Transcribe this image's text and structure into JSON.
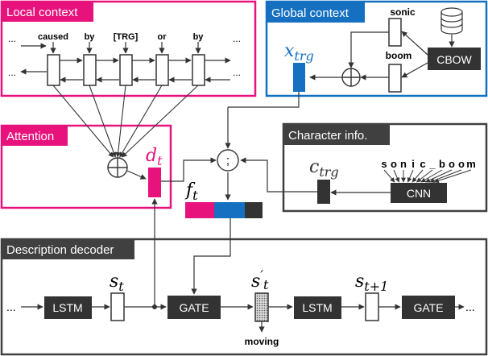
{
  "panels": {
    "local_context": "Local context",
    "global_context": "Global context",
    "attention": "Attention",
    "character_info": "Character info.",
    "description_decoder": "Description decoder"
  },
  "local_context": {
    "ellipsis": "...",
    "words": [
      "caused",
      "by",
      "[TRG]",
      "or",
      "by"
    ]
  },
  "global_context": {
    "words": [
      "sonic",
      "boom"
    ],
    "cbow": "CBOW",
    "x_trg": {
      "base": "x",
      "sub": "trg"
    }
  },
  "attention": {
    "d_t": {
      "base": "d",
      "sub": "t"
    },
    "concat_symbol": ";"
  },
  "character_info": {
    "chars": [
      "s",
      "o",
      "n",
      "i",
      "c",
      "_",
      "b",
      "o",
      "o",
      "m"
    ],
    "cnn": "CNN",
    "c_trg": {
      "base": "c",
      "sub": "trg"
    }
  },
  "feature": {
    "f_t": {
      "base": "f",
      "sub": "t"
    },
    "segment_colors": [
      "#e8127c",
      "#1570c1",
      "#333333"
    ]
  },
  "decoder": {
    "ellipsis": "...",
    "lstm": "LSTM",
    "gate": "GATE",
    "s_t": {
      "base": "s",
      "sub": "t"
    },
    "s_prime_t": {
      "base": "s",
      "prime": "′",
      "sub": "t"
    },
    "s_t1": {
      "base": "s",
      "sub": "t+1"
    },
    "output_word": "moving"
  },
  "colors": {
    "magenta": "#e8127c",
    "blue": "#1570c1",
    "dark": "#333333",
    "frame": "#404040"
  }
}
